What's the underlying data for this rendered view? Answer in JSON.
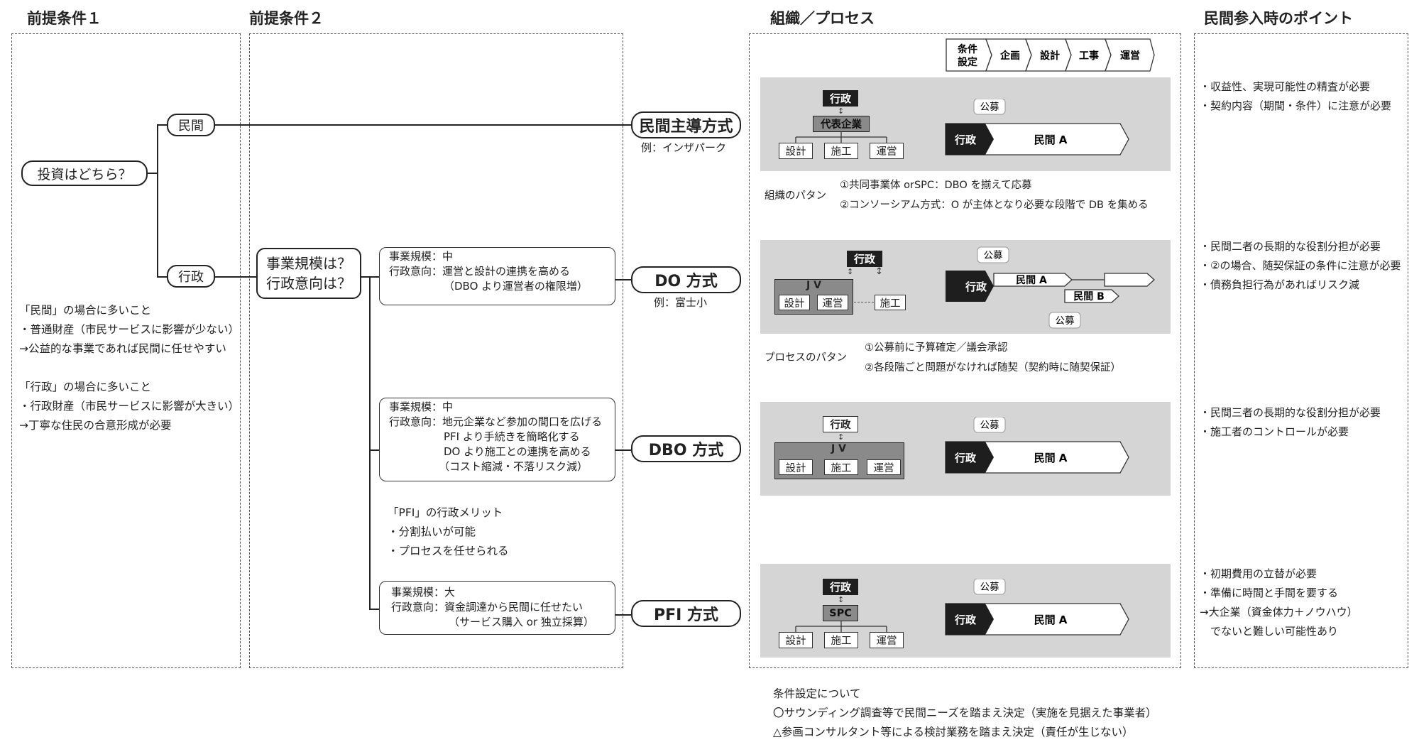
{
  "headers": {
    "col1": "前提条件１",
    "col2": "前提条件２",
    "col3": "組織／プロセス",
    "col4": "民間参入時のポイント"
  },
  "col1": {
    "question": "投資はどちら？",
    "minkan": "民間",
    "gyosei": "行政",
    "notes": [
      "「民間」の場合に多いこと",
      "・普通財産（市民サービスに影響が少ない）",
      "→公益的な事業であれば民間に任せやすい",
      "「行政」の場合に多いこと",
      "・行政財産（市民サービスに影響が大きい）",
      "→丁寧な住民の合意形成が必要"
    ]
  },
  "col2": {
    "question_line1": "事業規模は？",
    "question_line2": "行政意向は？",
    "do_box": [
      "事業規模：中",
      "行政意向：運営と設計の連携を高める",
      "（DBO より運営者の権限増）"
    ],
    "dbo_box": [
      "事業規模：中",
      "行政意向：地元企業など参加の間口を広げる",
      "PFI より手続きを簡略化する",
      "DO より施工との連携を高める",
      "（コスト縮減・不落リスク減）"
    ],
    "pfi_merit": [
      "「PFI」の行政メリット",
      "・分割払いが可能",
      "・プロセスを任せられる"
    ],
    "pfi_box": [
      "事業規模：大",
      "行政意向：資金調達から民間に任せたい",
      "（サービス購入 or 独立採算）"
    ]
  },
  "methods": {
    "minkan": "民間主導方式",
    "minkan_ex": "例：インザパーク",
    "do": "DO 方式",
    "do_ex": "例：富士小",
    "dbo": "DBO 方式",
    "pfi": "PFI 方式"
  },
  "process": {
    "steps": [
      "条件\n設定",
      "企画",
      "設計",
      "工事",
      "運営"
    ],
    "step1_line1": "条件",
    "step1_line2": "設定",
    "kobo": "公募",
    "gyosei": "行政",
    "minkanA": "民間 A",
    "minkanB": "民間 B",
    "daihyo": "代表企業",
    "jv": "J V",
    "spc": "SPC",
    "sekkei": "設計",
    "seko": "施工",
    "unei": "運営",
    "org_pattern_label": "組織のパタン",
    "org_pattern": [
      "①共同事業体 orSPC：DBO を揃えて応募",
      "②コンソーシアム方式：O が主体となり必要な段階で DB を集める"
    ],
    "proc_pattern_label": "プロセスのパタン",
    "proc_pattern": [
      "①公募前に予算確定／議会承認",
      "②各段階ごと問題がなければ随契（契約時に随契保証）"
    ],
    "footer": [
      "条件設定について",
      "〇サウンディング調査等で民間ニーズを踏まえ決定（実施を見据えた事業者）",
      "△参画コンサルタント等による検討業務を踏まえ決定（責任が生じない）"
    ]
  },
  "points": {
    "minkan": [
      "・収益性、実現可能性の精査が必要",
      "・契約内容（期間・条件）に注意が必要"
    ],
    "do": [
      "・民間二者の長期的な役割分担が必要",
      "・②の場合、随契保証の条件に注意が必要",
      "・債務負担行為があればリスク減"
    ],
    "dbo": [
      "・民間三者の長期的な役割分担が必要",
      "・施工者のコントロールが必要"
    ],
    "pfi": [
      "・初期費用の立替が必要",
      "・準備に時間と手間を要する",
      "→大企業（資金体力＋ノウハウ）",
      "　でないと難しい可能性あり"
    ]
  }
}
